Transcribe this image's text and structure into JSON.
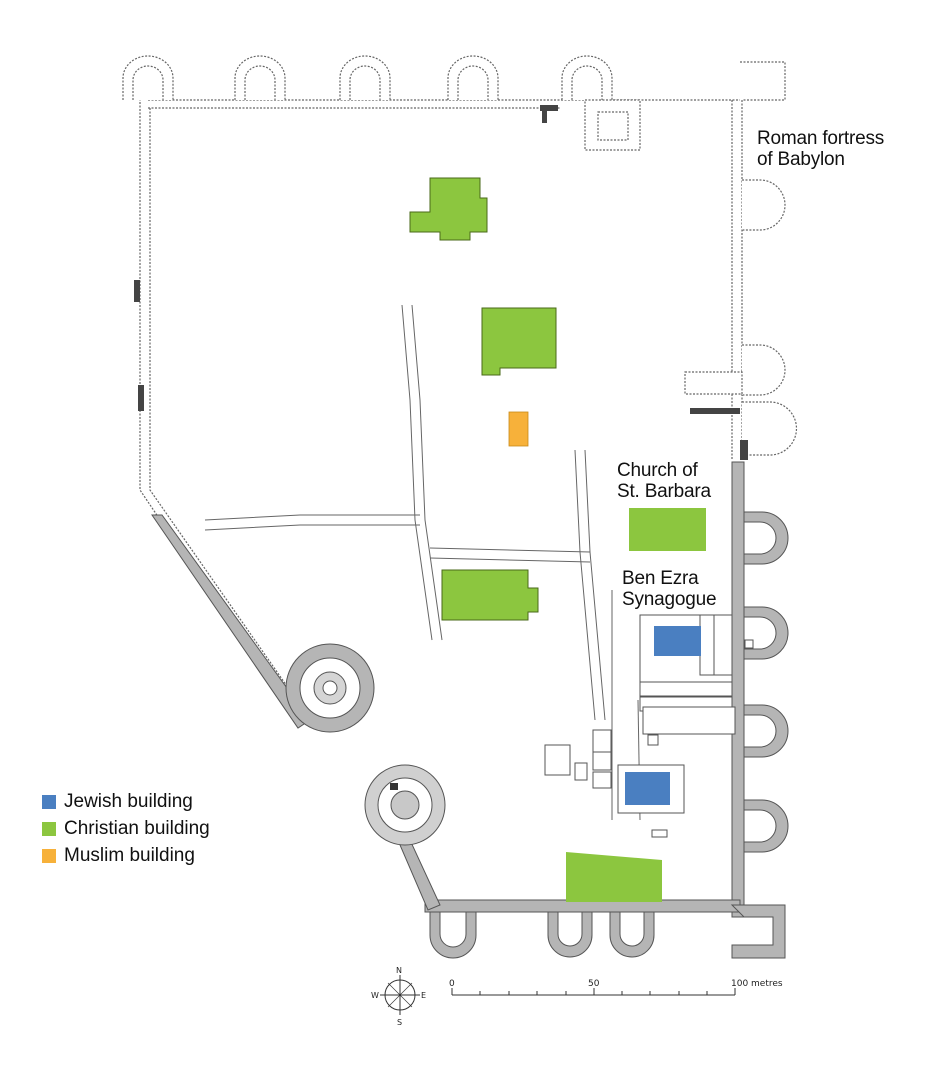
{
  "labels": {
    "fortress": [
      "Roman fortress",
      "of Babylon"
    ],
    "church_barbara": [
      "Church of",
      "St. Barbara"
    ],
    "synagogue": [
      "Ben Ezra",
      "Synagogue"
    ]
  },
  "legend": [
    {
      "label": "Jewish building",
      "color": "#4a7fc1"
    },
    {
      "label": "Christian building",
      "color": "#8cc63f"
    },
    {
      "label": "Muslim building",
      "color": "#f7b13a"
    }
  ],
  "scale": {
    "ticks": [
      "0",
      "50",
      "100 metres"
    ]
  },
  "compass": {
    "n": "N",
    "s": "S",
    "e": "E",
    "w": "W"
  },
  "colors": {
    "wall_fill": "#b5b5b5",
    "wall_stroke": "#555555",
    "line": "#555555"
  }
}
